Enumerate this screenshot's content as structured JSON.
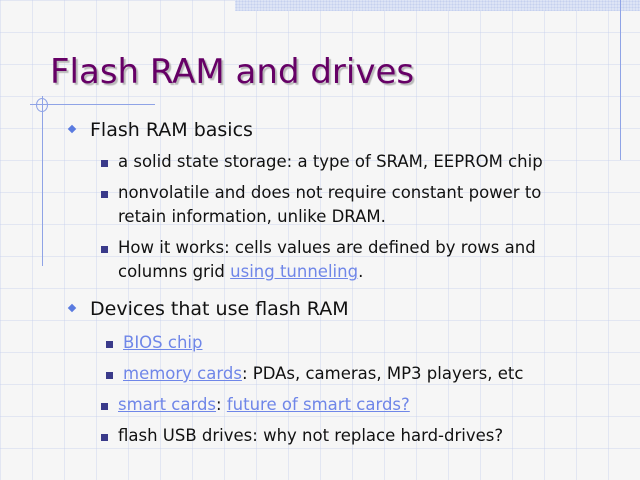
{
  "title": "Flash RAM and drives",
  "sections": [
    {
      "heading": "Flash RAM basics",
      "items": [
        {
          "text": "a solid state storage: a type of SRAM, EEPROM chip"
        },
        {
          "text": "nonvolatile and does not require constant power to",
          "cont": "retain information, unlike DRAM."
        },
        {
          "text": "How it works: cells values are defined by rows and",
          "cont_pre": "columns grid ",
          "link": "using tunneling",
          "cont_post": "."
        }
      ]
    },
    {
      "heading": "Devices that use flash RAM",
      "items": [
        {
          "link": "BIOS chip"
        },
        {
          "link": "memory cards",
          "text": ": PDAs, cameras, MP3 players, etc"
        },
        {
          "link": "smart cards",
          "sep": ": ",
          "link2": "future of smart cards?"
        },
        {
          "text": "flash USB drives: why not replace hard-drives?"
        }
      ]
    }
  ],
  "colors": {
    "title": "#660066",
    "link": "#6f86e8",
    "bullet1": "#5a7be0",
    "bullet2": "#3a3a8a"
  }
}
